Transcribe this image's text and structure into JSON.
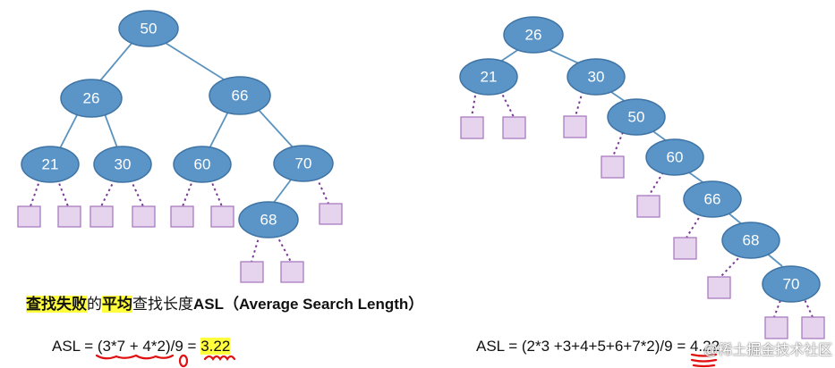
{
  "left_tree": {
    "nodes": [
      {
        "id": "n50",
        "label": "50"
      },
      {
        "id": "n26",
        "label": "26"
      },
      {
        "id": "n66",
        "label": "66"
      },
      {
        "id": "n21",
        "label": "21"
      },
      {
        "id": "n30",
        "label": "30"
      },
      {
        "id": "n60",
        "label": "60"
      },
      {
        "id": "n70",
        "label": "70"
      },
      {
        "id": "n68",
        "label": "68"
      }
    ]
  },
  "right_tree": {
    "nodes": [
      {
        "id": "m26",
        "label": "26"
      },
      {
        "id": "m21",
        "label": "21"
      },
      {
        "id": "m30",
        "label": "30"
      },
      {
        "id": "m50",
        "label": "50"
      },
      {
        "id": "m60",
        "label": "60"
      },
      {
        "id": "m66",
        "label": "66"
      },
      {
        "id": "m68",
        "label": "68"
      },
      {
        "id": "m70",
        "label": "70"
      }
    ]
  },
  "caption": {
    "part1": "查找失败",
    "part2": "的",
    "part3": "平均",
    "part4": "查找长度",
    "part5": "ASL（Average Search Length）"
  },
  "formula_left": {
    "prefix": "ASL = (3*7 + 4*2)/9 = ",
    "result": "3.22"
  },
  "formula_right": {
    "text": "ASL = (2*3 +3+4+5+6+7*2)/9 = 4.22"
  },
  "watermark": "@稀土掘金技术社区",
  "colors": {
    "node_fill": "#5b95c8",
    "leaf_fill": "#e6d3ee",
    "highlight": "#ffff3d",
    "annotation_red": "#e01010"
  }
}
